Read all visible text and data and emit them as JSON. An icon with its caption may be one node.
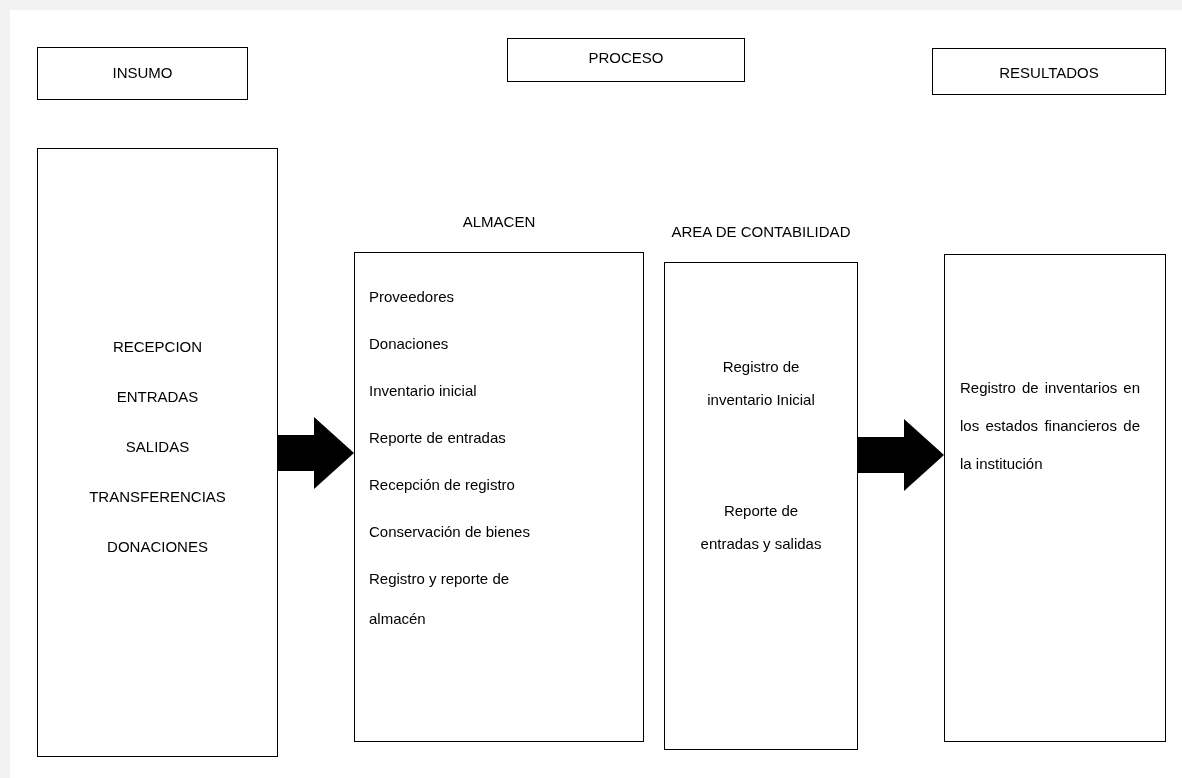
{
  "diagram": {
    "nodes": [
      {
        "text": [
          "INSUMO"
        ]
      },
      {
        "text": [
          "PROCESO"
        ]
      },
      {
        "text": [
          "RESULTADOS"
        ]
      },
      {
        "text": [
          "RECEPCION",
          "ENTRADAS",
          "SALIDAS",
          "TRANSFERENCIAS",
          "DONACIONES"
        ]
      },
      {
        "text": [
          "ALMACEN",
          "Proveedores",
          "Donaciones",
          "Inventario inicial",
          "Reporte de entradas",
          "Recepción de registro",
          "Conservación de bienes",
          "Registro y reporte de almacén"
        ]
      },
      {
        "text": [
          "AREA DE CONTABILIDAD",
          "Registro de inventario Inicial",
          "Reporte de entradas y salidas"
        ]
      },
      {
        "text": [
          "Registro de inventarios en los estados financieros de la institución"
        ]
      }
    ],
    "edges": [
      {
        "from": 3,
        "to": 4,
        "arrow": "to"
      },
      {
        "from": 5,
        "to": 6,
        "arrow": "to"
      }
    ]
  }
}
